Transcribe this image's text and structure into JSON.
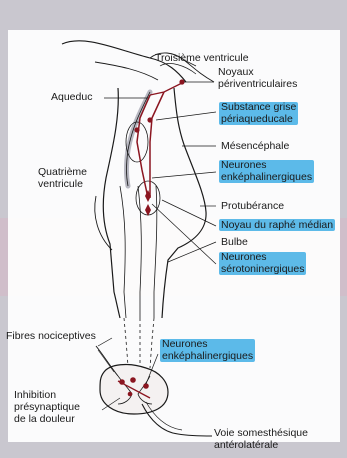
{
  "labels": {
    "troisieme_ventricule": "Troisième ventricule",
    "noyaux_periventriculaires": "Noyaux\npériventriculaires",
    "aqueduc": "Aqueduc",
    "substance_grise": "Substance grise\npériaqueducale",
    "mesencephale": "Mésencéphale",
    "quatrieme_ventricule": "Quatrième\nventricule",
    "neurones_enkephalinergiques_1": "Neurones\nenképhalinergiques",
    "protuberance": "Protubérance",
    "noyau_raphe": "Noyau du raphé médian",
    "bulbe": "Bulbe",
    "neurones_serotoninergiques": "Neurones\nsérotoninergiques",
    "fibres_nociceptives": "Fibres nociceptives",
    "neurones_enkephalinergiques_2": "Neurones\nenképhalinergiques",
    "inhibition": "Inhibition\nprésynaptique\nde la douleur",
    "voie_somesthesique": "Voie somesthésique\nantérolatérale"
  },
  "colors": {
    "page": "#c9c7cf",
    "page_pink_band": "#d9b3c3",
    "highlight": "#2fa8e3",
    "neuron": "#8b1520",
    "line": "#1a1a1a"
  }
}
